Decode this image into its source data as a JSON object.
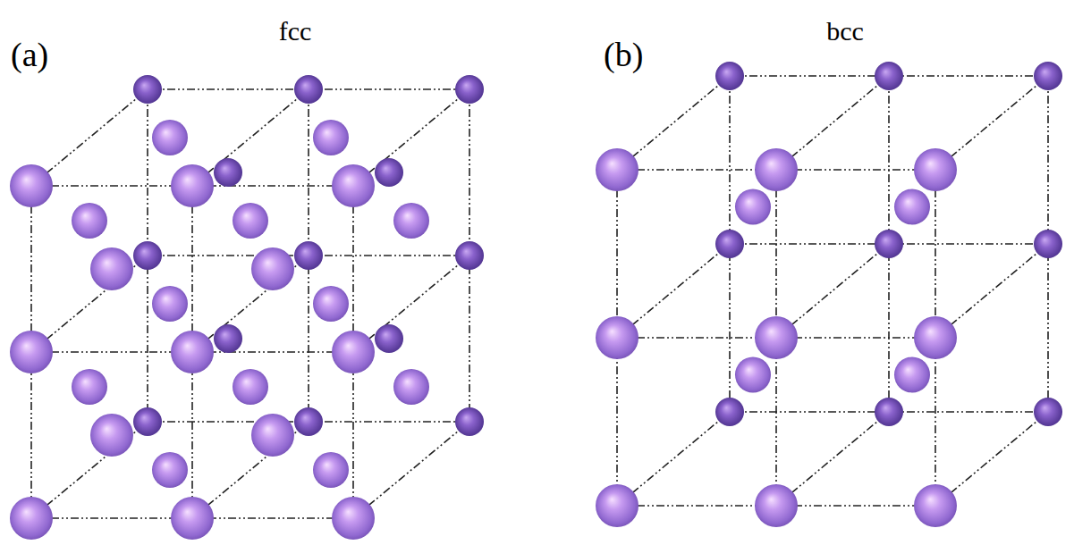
{
  "diagram": {
    "labels": [
      "fcc",
      "(a)",
      "bcc",
      "(b)"
    ]
  }
}
